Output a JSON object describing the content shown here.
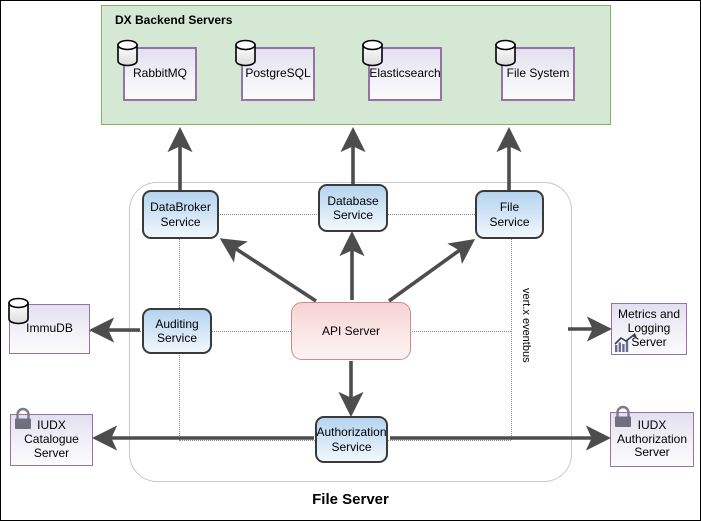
{
  "diagram": {
    "title": "File Server",
    "backend_group": {
      "label": "DX Backend Servers",
      "color": "#d5e8d4",
      "border_color": "#82b366",
      "nodes": [
        {
          "label": "RabbitMQ",
          "icon": "database-cylinder-icon"
        },
        {
          "label": "PostgreSQL",
          "icon": "database-cylinder-icon"
        },
        {
          "label": "Elasticsearch",
          "icon": "database-cylinder-icon"
        },
        {
          "label": "File System",
          "icon": "database-cylinder-icon"
        }
      ]
    },
    "services": [
      {
        "label": "DataBroker\nService",
        "line1": "DataBroker",
        "line2": "Service"
      },
      {
        "label": "Database\nService",
        "line1": "Database",
        "line2": "Service"
      },
      {
        "label": "File\nService",
        "line1": "File",
        "line2": "Service"
      },
      {
        "label": "Auditing\nService",
        "line1": "Auditing",
        "line2": "Service"
      },
      {
        "label": "Authorization\nService",
        "line1": "Authorization",
        "line2": "Service"
      }
    ],
    "core": {
      "label": "API Server",
      "color": "#f8d7d5",
      "border_color": "#cc8a8a"
    },
    "eventbus": {
      "label": "vert.x eventbus"
    },
    "external_nodes": [
      {
        "label": "ImmuDB",
        "icon": "database-cylinder-icon",
        "lines": [
          "ImmuDB"
        ]
      },
      {
        "label": "Metrics and Logging Server",
        "icon": "bar-chart-trend-icon",
        "lines": [
          "Metrics and",
          "Logging",
          "Server"
        ]
      },
      {
        "label": "IUDX Catalogue Server",
        "icon": "lock-icon",
        "lines": [
          "IUDX",
          "Catalogue",
          "Server"
        ]
      },
      {
        "label": "IUDX Authorization Server",
        "icon": "lock-icon",
        "lines": [
          "IUDX",
          "Authorization",
          "Server"
        ]
      }
    ],
    "colors": {
      "service_fill": "#cfe3f6",
      "datastore_fill": "#e1dfef",
      "datastore_border": "#9673a6",
      "arrow": "#4d4d4d",
      "container_border": "#c8c8c8"
    }
  }
}
